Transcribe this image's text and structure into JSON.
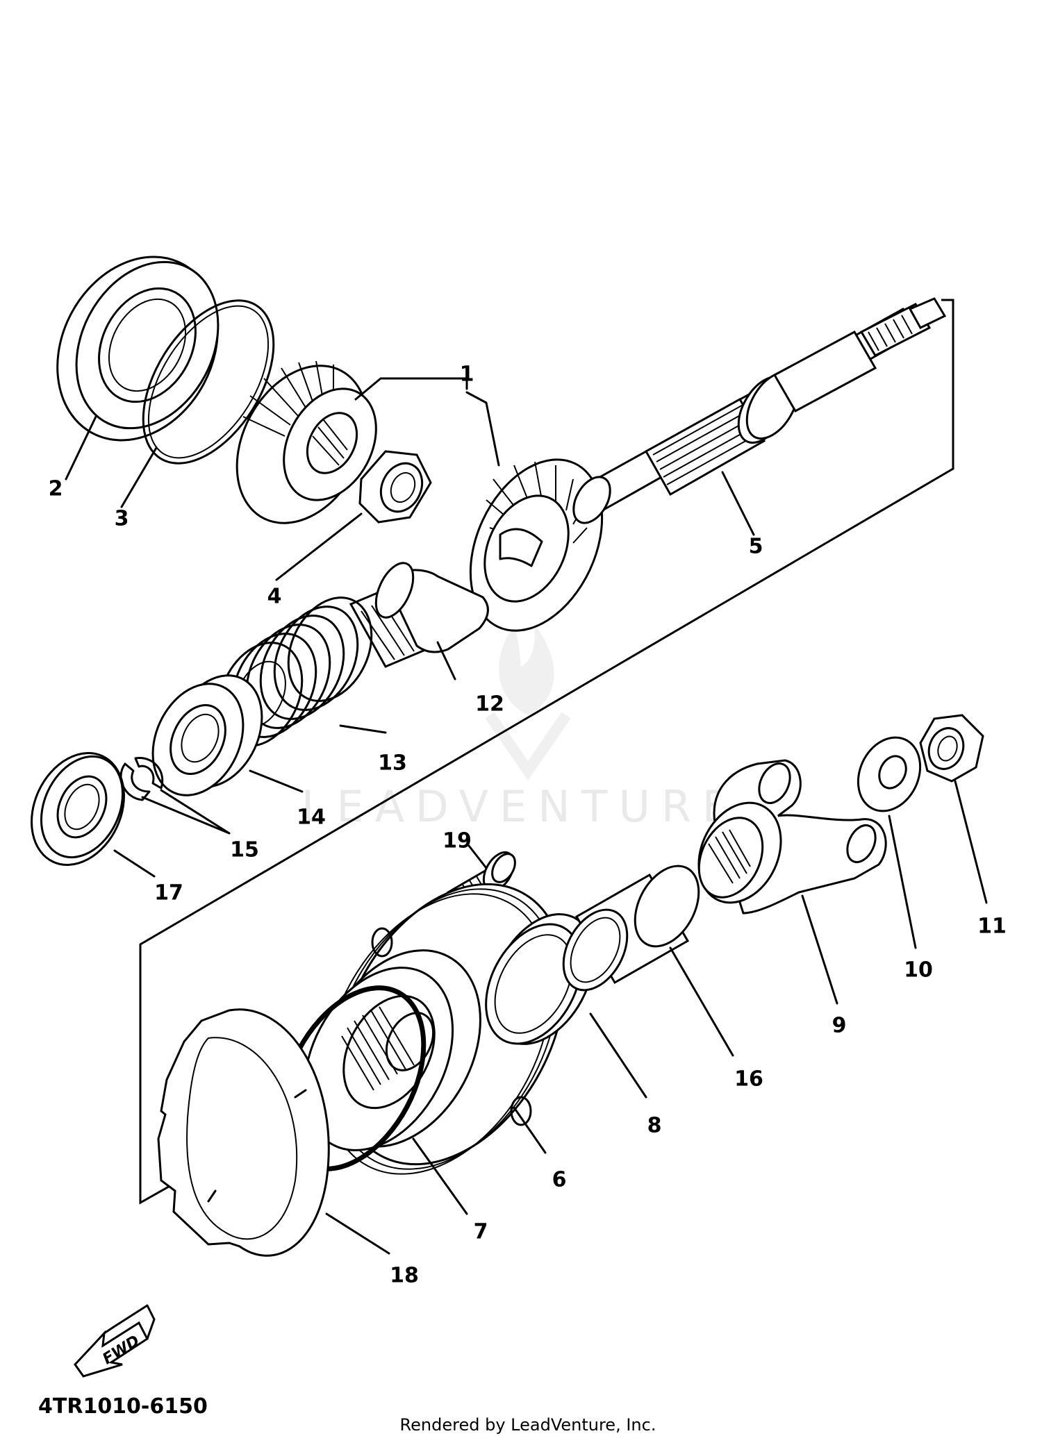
{
  "diagram": {
    "watermark": "LEADVENTURE",
    "part_code": "4TR1010-6150",
    "credit": "Rendered by LeadVenture, Inc.",
    "fwd_label": "FWD",
    "callouts": [
      "1",
      "2",
      "3",
      "4",
      "5",
      "6",
      "7",
      "8",
      "9",
      "10",
      "11",
      "12",
      "13",
      "14",
      "15",
      "16",
      "17",
      "18",
      "19"
    ]
  }
}
